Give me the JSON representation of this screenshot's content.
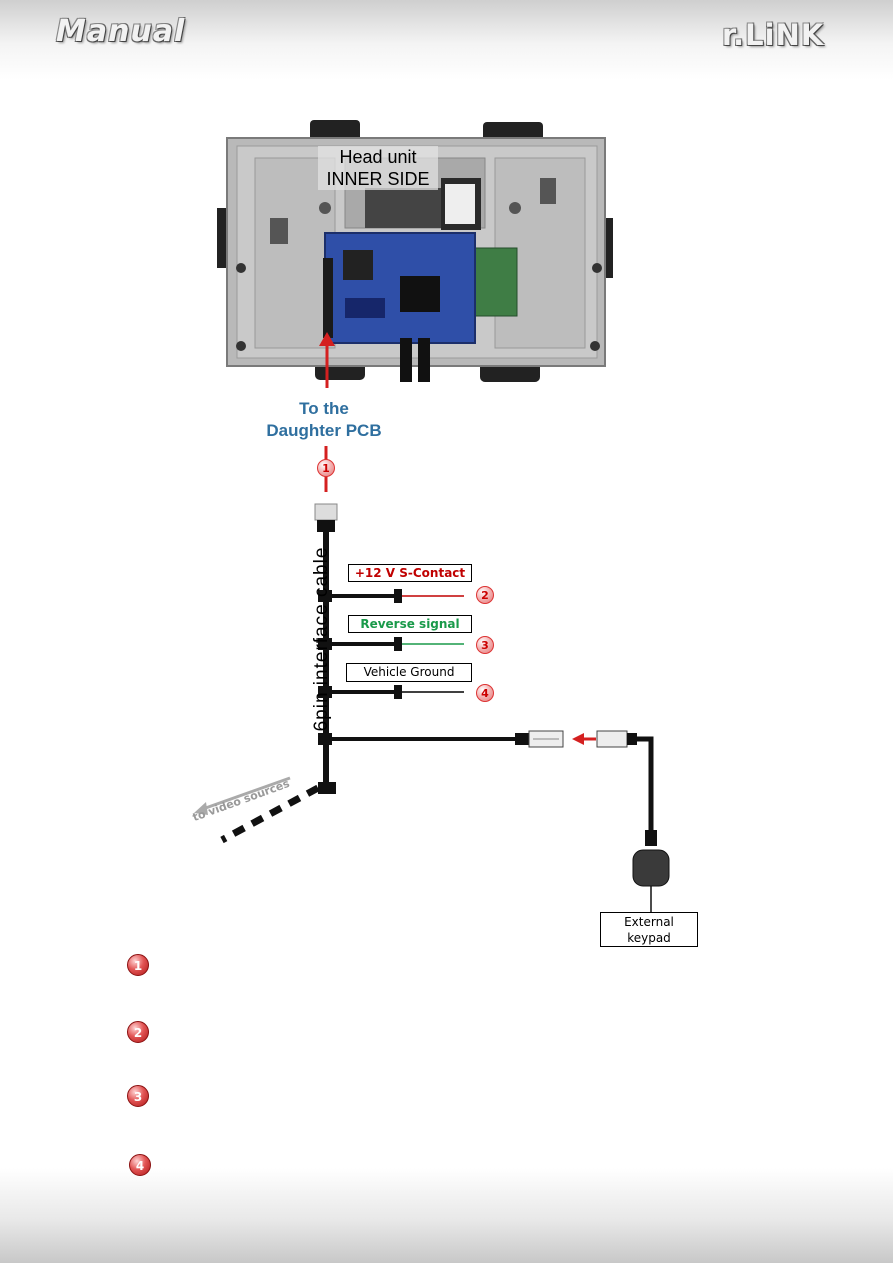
{
  "header": {
    "left_brand": "Manual",
    "right_brand": "r.LiNK"
  },
  "diagram": {
    "head_unit_label_line1": "Head unit",
    "head_unit_label_line2": "INNER SIDE",
    "daughter_label_line1": "To the",
    "daughter_label_line2": "Daughter PCB",
    "cable_label": "6pin interface cable",
    "video_label": "to video sources",
    "wire_labels": [
      {
        "text": "+12 V S-Contact",
        "color": "#c00000",
        "badge": "2"
      },
      {
        "text": "Reverse signal",
        "color": "#1a9a4a",
        "badge": "3"
      },
      {
        "text": "Vehicle Ground",
        "color": "#000000",
        "badge": "4"
      }
    ],
    "top_badge": "1",
    "keypad_label_line1": "External",
    "keypad_label_line2": "keypad"
  },
  "legend": {
    "badges": [
      "1",
      "2",
      "3",
      "4"
    ]
  },
  "colors": {
    "accent_red": "#d42020",
    "label_blue": "#2f6f9f",
    "wire_green": "#1a9a4a"
  }
}
